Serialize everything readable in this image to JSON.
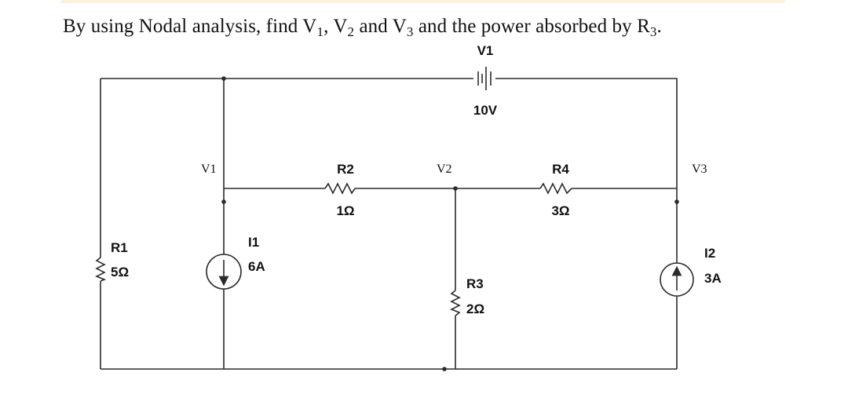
{
  "question": {
    "prefix": "By using Nodal analysis, find V",
    "v1_sub": "1",
    "sep1": ", V",
    "v2_sub": "2",
    "sep2": " and V",
    "v3_sub": "3",
    "middle": " and the power absorbed by R",
    "r3_sub": "3",
    "suffix": "."
  },
  "diagram": {
    "battery": {
      "name": "V1",
      "value": "10V"
    },
    "nodes": {
      "n1": "V1",
      "n2": "V2",
      "n3": "V3"
    },
    "resistors": {
      "r1": {
        "name": "R1",
        "value": "5Ω"
      },
      "r2": {
        "name": "R2",
        "value": "1Ω"
      },
      "r3": {
        "name": "R3",
        "value": "2Ω"
      },
      "r4": {
        "name": "R4",
        "value": "3Ω"
      }
    },
    "sources": {
      "i1": {
        "name": "I1",
        "value": "6A"
      },
      "i2": {
        "name": "I2",
        "value": "3A"
      }
    }
  }
}
